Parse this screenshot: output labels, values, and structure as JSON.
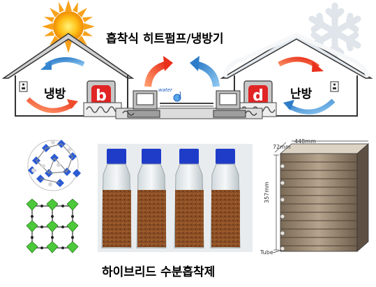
{
  "diagram": {
    "title": "흡착식 히트펌프/냉방기",
    "left_house_label": "냉방",
    "right_house_label": "난방",
    "water_label": "water",
    "bottom_caption": "하이브리드 수분흡착제",
    "heat_exchanger_dims": {
      "depth": "72mm",
      "width": "448mm",
      "height": "357mm",
      "tube": "Tube"
    }
  }
}
